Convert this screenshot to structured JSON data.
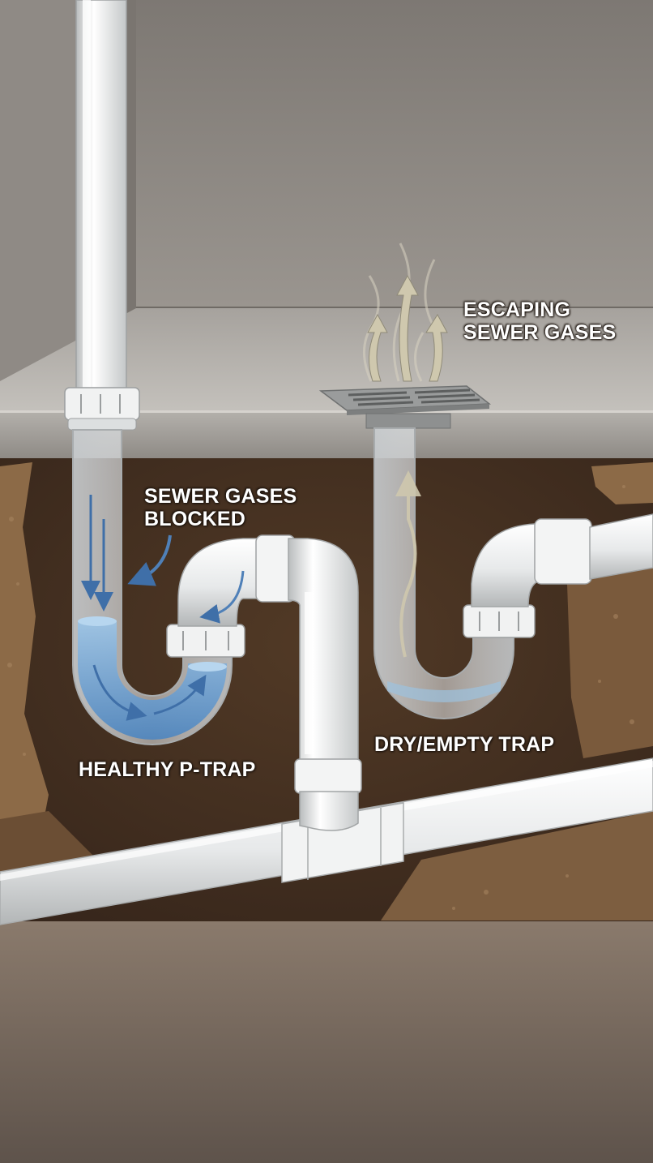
{
  "labels": {
    "escaping_gases": [
      "ESCAPING",
      "SEWER GASES"
    ],
    "gases_blocked": [
      "SEWER GASES",
      "BLOCKED"
    ],
    "healthy_trap": "HEALTHY P-TRAP",
    "dry_trap": "DRY/EMPTY TRAP"
  },
  "colors": {
    "wall": "#8c8782",
    "slab": "#b5b2ad",
    "soil": "#4a3321",
    "soil_light": "#8c6a47",
    "pipe": "#eceeee",
    "trap_water": "#7fb0d8",
    "arrow_flow": "#4f80b8",
    "gas_arrow": "#d6cfb8",
    "bottom_panel": "#6e6258"
  },
  "icons": [
    "drain-grate-icon",
    "gas-arrow-icon",
    "water-flow-arrow-icon"
  ]
}
